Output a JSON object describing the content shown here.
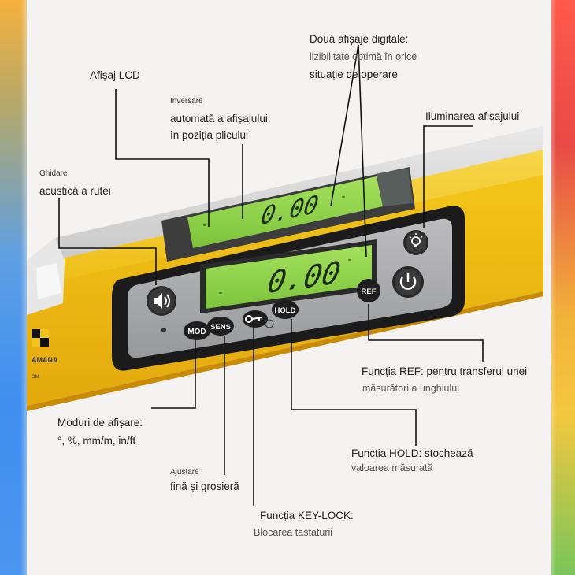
{
  "labels": {
    "lcd_display": "Afișaj LCD",
    "auto_invert_small": "Inversare",
    "auto_invert_line1": "automată a afișajului:",
    "auto_invert_line2": "în poziția plicului",
    "two_displays_title": "Două afișaje digitale:",
    "two_displays_line1": "lizibilitate optimă în orice",
    "two_displays_line2": "situație de operare",
    "backlight": "Iluminarea afișajului",
    "acoustic_small": "Ghidare",
    "acoustic_line": "acustică a rutei",
    "ref_line1": "Funcția REF: pentru transferul unei",
    "ref_line2": "măsurători a unghiului",
    "modes_line1": "Moduri de afișare:",
    "modes_line2": "°, %, mm/m, in/ft",
    "sens_small": "Ajustare",
    "sens_line": "fină și grosieră",
    "hold_line1": "Funcția HOLD: stochează",
    "hold_line2": "valoarea măsurată",
    "keylock_line1": "Funcția KEY-LOCK:",
    "keylock_line2": "Blocarea tastaturii"
  },
  "device": {
    "top_display_value": "0.00",
    "front_display_value": "0.00",
    "minus_sign": "-",
    "buttons": {
      "mode": "MOD",
      "sens": "SENS",
      "hold": "HOLD",
      "ref": "REF"
    },
    "brand_text": "AMANA",
    "brand_small": "OM"
  },
  "icons": [
    "speaker-icon",
    "key-icon",
    "lightbulb-icon",
    "power-icon"
  ],
  "colors": {
    "body_yellow": "#f2c21a",
    "lcd_green": "#8fd44a",
    "panel_black": "#1b1b1b",
    "panel_grey": "#a9aaac"
  }
}
